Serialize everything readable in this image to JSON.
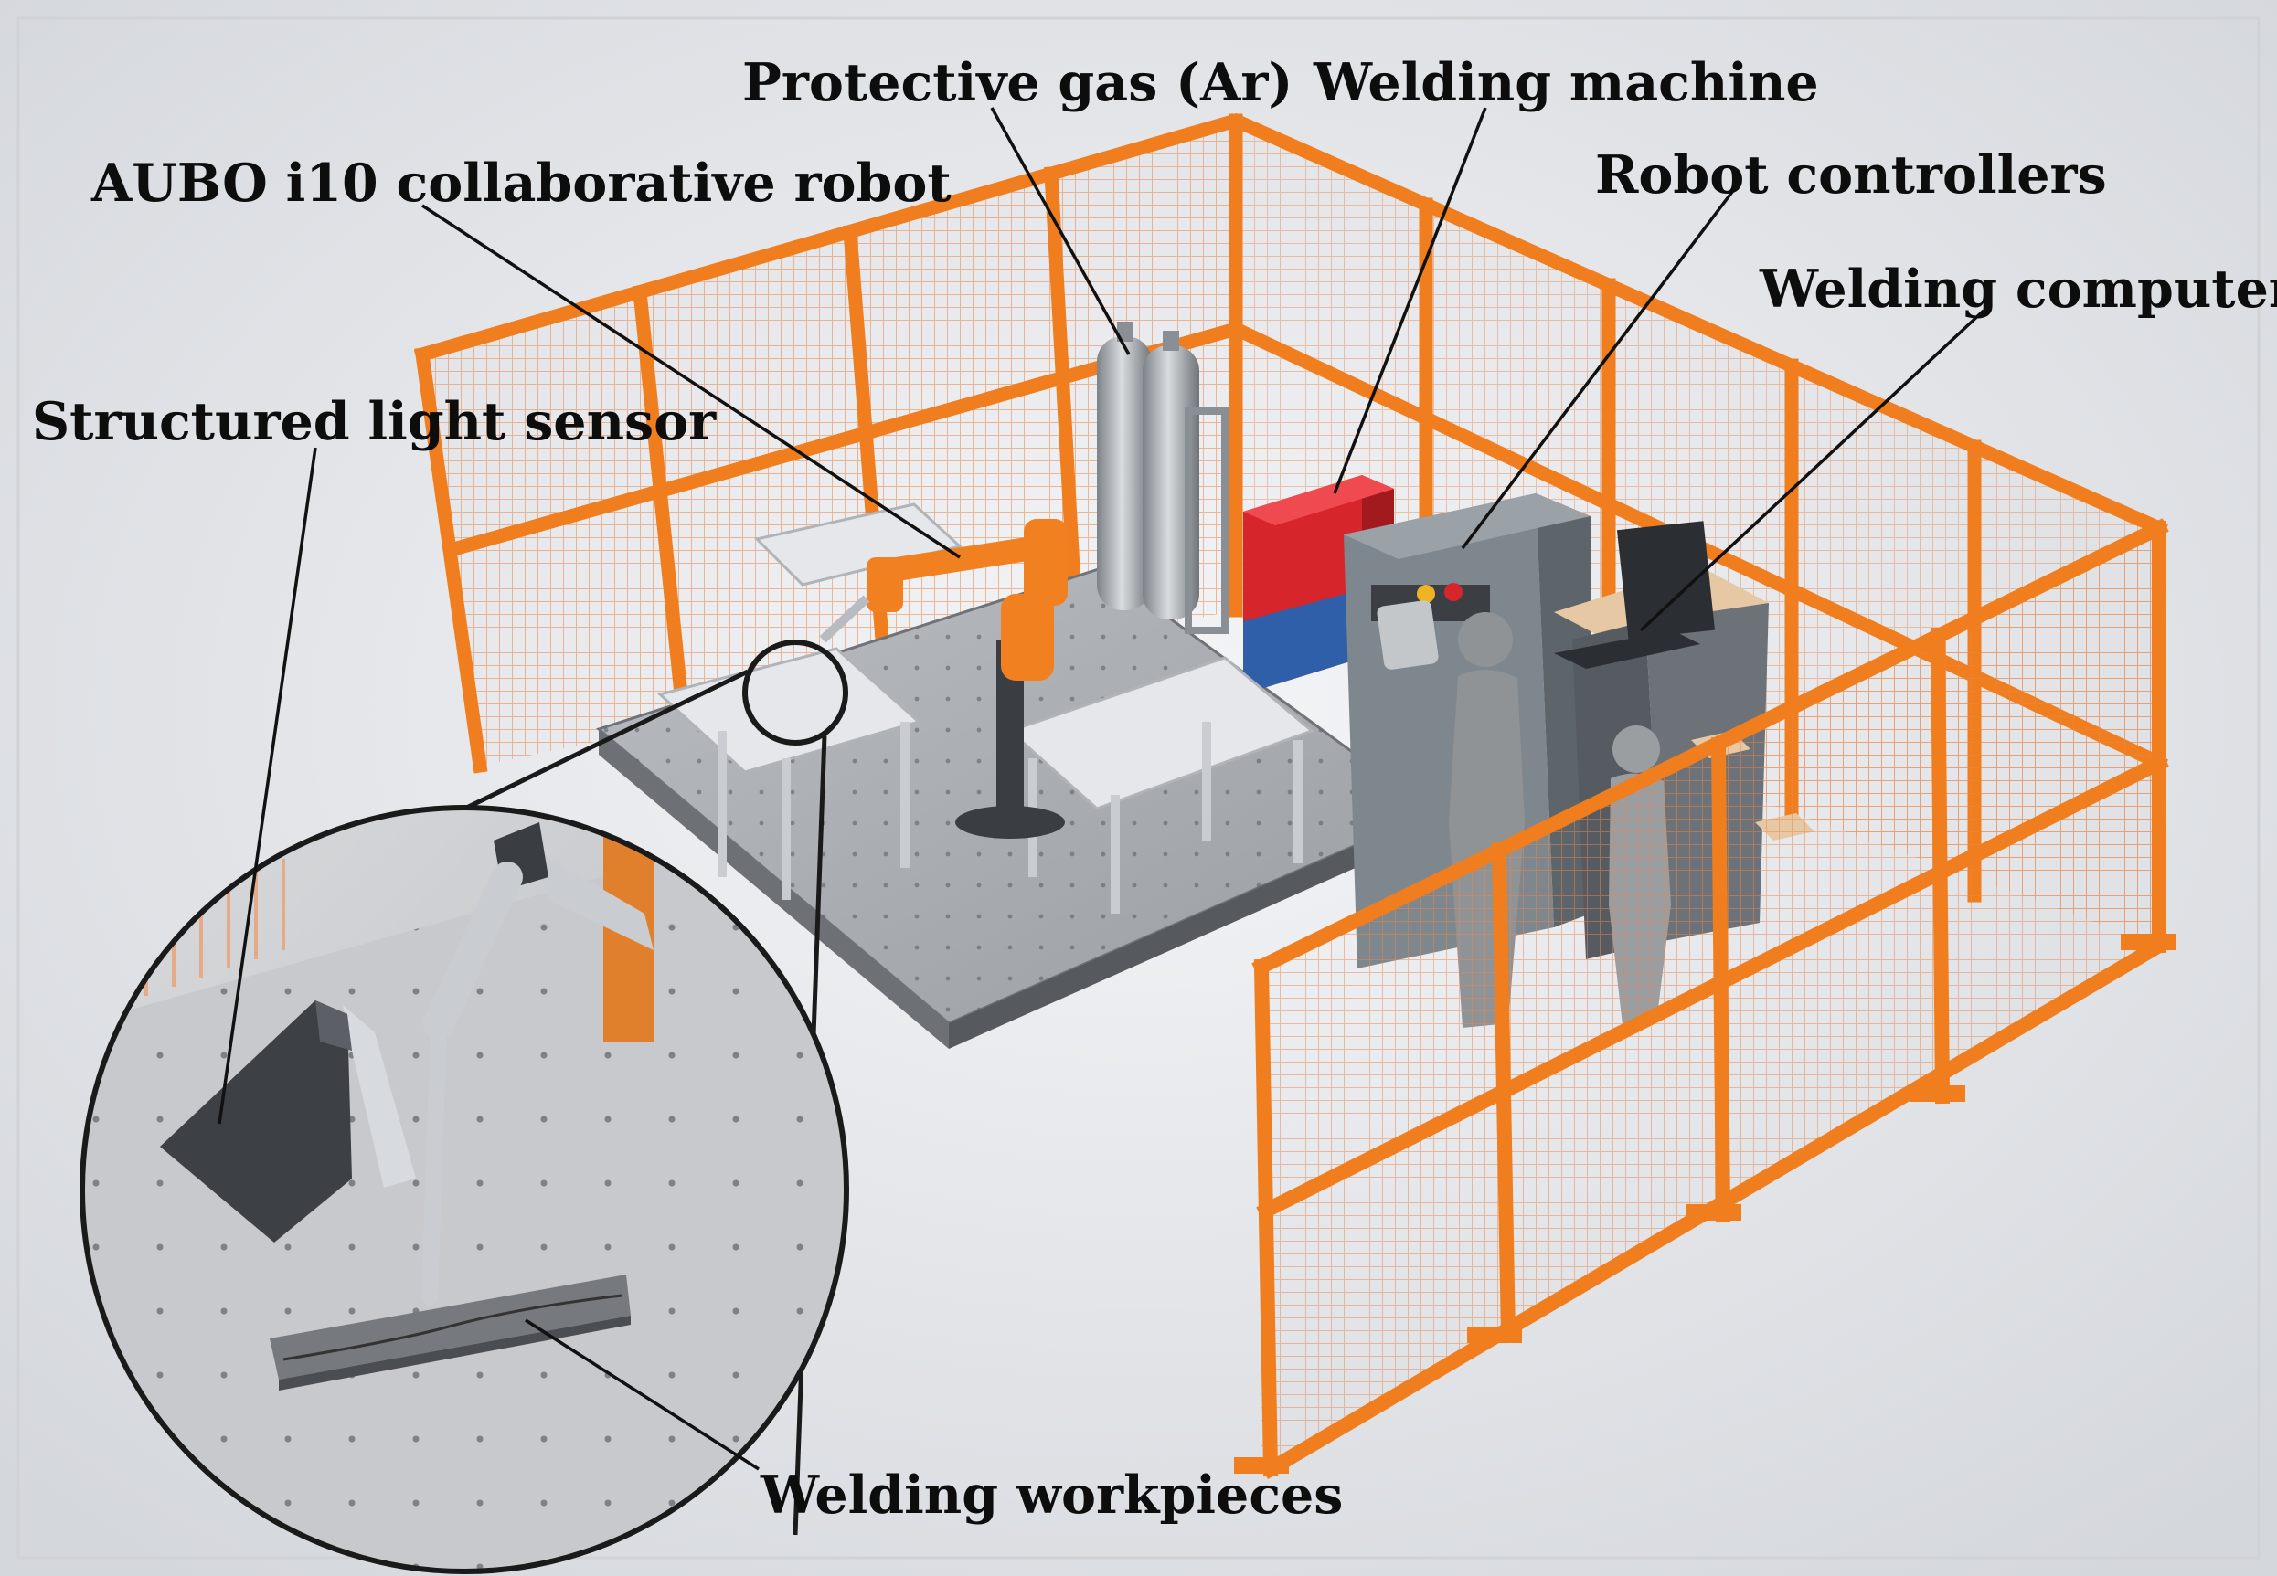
{
  "labels": {
    "protective_gas": "Protective gas (Ar)",
    "welding_machine": "Welding machine",
    "robot": "AUBO i10 collaborative robot",
    "robot_controllers": "Robot controllers",
    "welding_computers": "Welding computers",
    "sensor": "Structured light sensor",
    "workpieces": "Welding workpieces"
  },
  "colors": {
    "fence": "#f07d1e",
    "mesh": "#e8874a",
    "platform": "#a6a9ad",
    "welder": "#d7262b",
    "cabinet": "#7f878e",
    "robot_arm": "#f08020",
    "figure": "#8f9396"
  }
}
